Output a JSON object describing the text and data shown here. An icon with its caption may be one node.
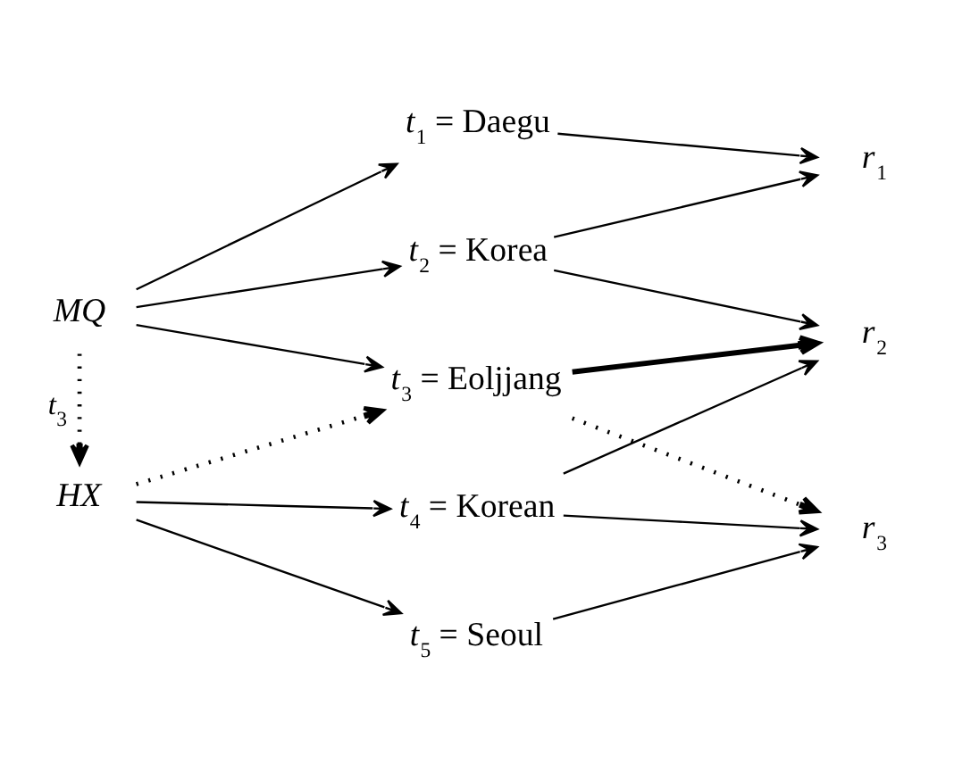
{
  "diagram": {
    "nodes": [
      {
        "text": [
          "*MQ*"
        ]
      },
      {
        "text": [
          "*t*$_{1}$ = Daegu"
        ]
      },
      {
        "text": [
          "*r*$_{1}$"
        ]
      },
      {
        "text": [
          "*t*$_{2}$ = Korea"
        ]
      },
      {
        "text": [
          "*t*$_{3}$ = Eoljjang"
        ]
      },
      {
        "text": [
          "*r*$_{2}$"
        ]
      },
      {
        "text": [
          "*HX*"
        ]
      },
      {
        "text": [
          "*t*$_{4}$ = Korean"
        ]
      },
      {
        "text": [
          "*r*$_{3}$"
        ]
      },
      {
        "text": [
          "*t*$_{5}$ = Seoul"
        ]
      }
    ],
    "edges": [
      {
        "from": 0,
        "to": 1,
        "arrow": "to"
      },
      {
        "from": 1,
        "to": 2,
        "arrow": "to"
      },
      {
        "from": 0,
        "to": 3,
        "arrow": "to"
      },
      {
        "from": 3,
        "to": 2,
        "arrow": "to"
      },
      {
        "from": 0,
        "to": 4,
        "arrow": "to"
      },
      {
        "from": 3,
        "to": 5,
        "arrow": "to"
      },
      {
        "from": 4,
        "to": 5,
        "arrow": "to",
        "style": "thick"
      },
      {
        "from": 4,
        "to": 8,
        "arrow": "to",
        "style": "dashed"
      },
      {
        "from": 0,
        "to": 6,
        "arrow": "to",
        "style": "dashed",
        "label": "*t*$_{3}$"
      },
      {
        "from": 6,
        "to": 4,
        "arrow": "to",
        "style": "dashed"
      },
      {
        "from": 6,
        "to": 7,
        "arrow": "to"
      },
      {
        "from": 7,
        "to": 5,
        "arrow": "to"
      },
      {
        "from": 7,
        "to": 8,
        "arrow": "to"
      },
      {
        "from": 6,
        "to": 9,
        "arrow": "to"
      },
      {
        "from": 9,
        "to": 8,
        "arrow": "to"
      }
    ]
  }
}
